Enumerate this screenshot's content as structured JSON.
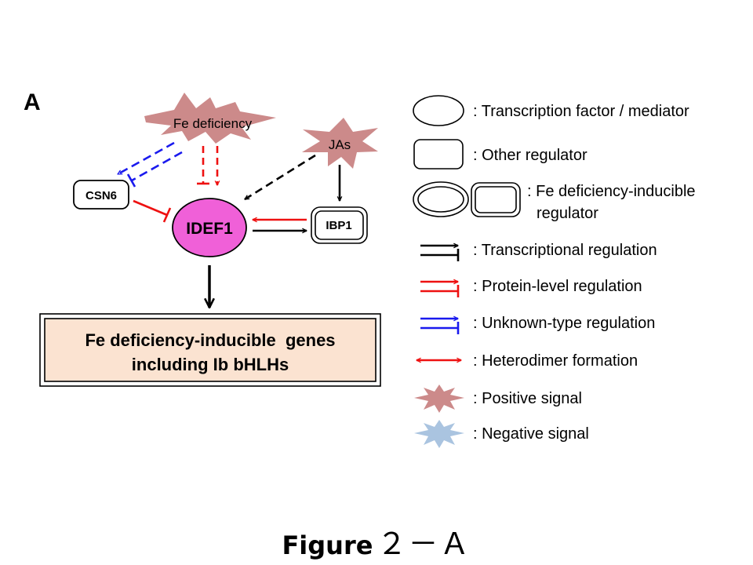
{
  "panel_label": "A",
  "nodes": {
    "fe_deficiency": "Fe deficiency",
    "jas": "JAs",
    "csn6": "CSN6",
    "idef1": "IDEF1",
    "ibp1": "IBP1",
    "target_genes_line1": "Fe deficiency-inducible  genes",
    "target_genes_line2": "including Ib bHLHs"
  },
  "legend": {
    "transcription_factor": ": Transcription factor / mediator",
    "other_regulator": ": Other regulator",
    "fe_inducible_line1": ": Fe deficiency-inducible",
    "fe_inducible_line2": "regulator",
    "transcriptional": ": Transcriptional regulation",
    "protein_level": ": Protein-level regulation",
    "unknown_type": ": Unknown-type regulation",
    "heterodimer": ": Heterodimer formation",
    "positive_signal": ": Positive signal",
    "negative_signal": ": Negative signal"
  },
  "colors": {
    "transcriptional": "#000000",
    "protein_level": "#ee1111",
    "unknown_type": "#1a1aee",
    "positive_signal": "#cc8a8a",
    "negative_signal": "#aac4e0",
    "idef1_fill": "#f060d8",
    "target_box_fill": "#fbe3d1"
  },
  "caption": {
    "word": "Figure",
    "number": "２－Ａ"
  }
}
